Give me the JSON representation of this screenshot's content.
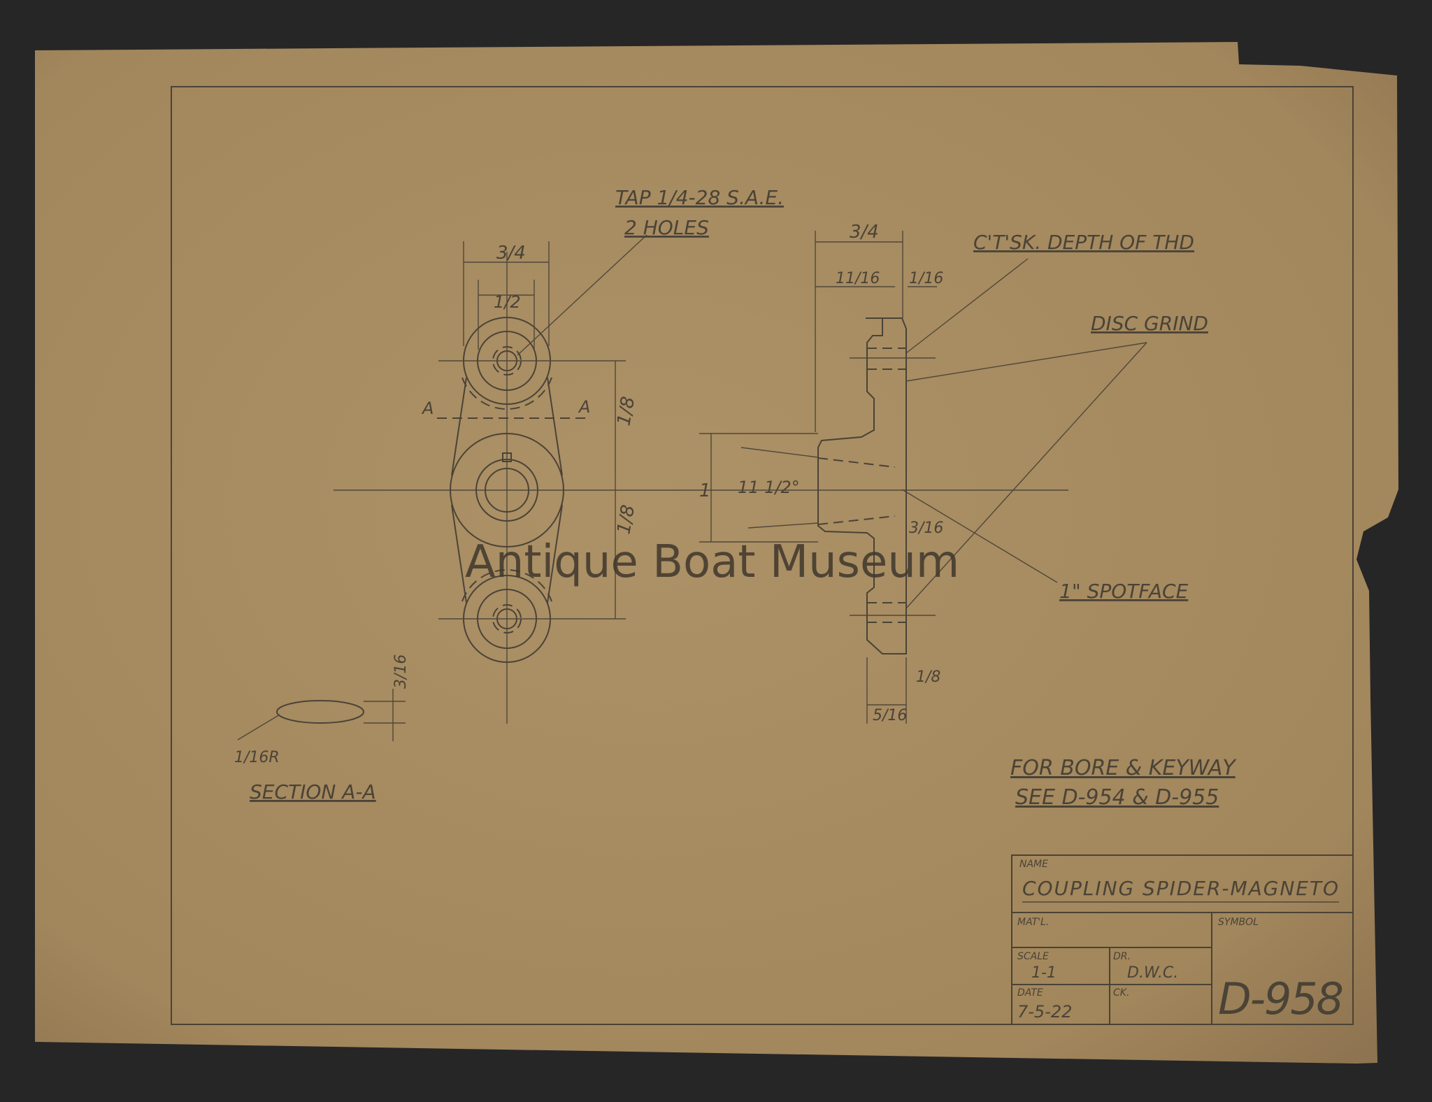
{
  "watermark": "Antique Boat Museum",
  "notes": {
    "tap": "TAP 1/4-28 S.A.E.",
    "holes": "2 HOLES",
    "ctsk": "C'T'SK. DEPTH OF THD",
    "disc_grind": "DISC GRIND",
    "spotface": "1\" SPOTFACE",
    "section": "SECTION A-A",
    "bore_line1": "FOR BORE & KEYWAY",
    "bore_line2": "SEE D-954 & D-955"
  },
  "dimensions": {
    "width_top": "3/4",
    "hole_dia": "1/2",
    "center_top": "1/8",
    "center_bottom": "1/8",
    "section_mark_left": "A",
    "section_mark_right": "A",
    "side_overall": "3/4",
    "side_inner": "11/16",
    "side_step": "1/16",
    "side_height": "1",
    "angle": "11 1/2°",
    "hub_offset": "3/16",
    "flange": "1/8",
    "flange_width": "5/16",
    "section_thickness": "3/16",
    "section_radius": "1/16R"
  },
  "title_block": {
    "name_label": "NAME",
    "name": "COUPLING SPIDER-MAGNETO",
    "material_label": "MAT'L.",
    "symbol_label": "SYMBOL",
    "scale_label": "SCALE",
    "scale": "1-1",
    "drawn_label": "DR.",
    "drawn": "D.W.C.",
    "date_label": "DATE",
    "date": "7-5-22",
    "checked_label": "CK.",
    "drawing_number": "D-958"
  }
}
